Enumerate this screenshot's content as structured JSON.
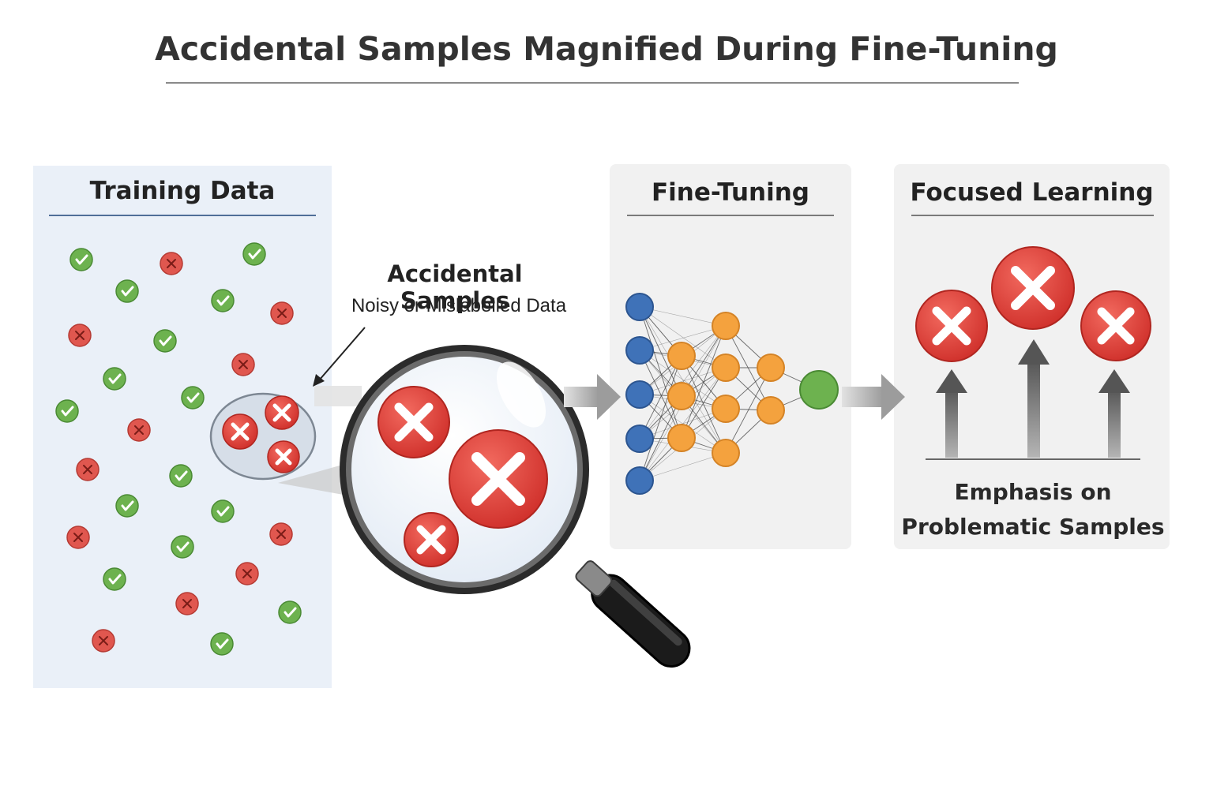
{
  "title": "Accidental Samples Magnified During Fine-Tuning",
  "panels": {
    "training": {
      "title": "Training Data"
    },
    "fine_tuning": {
      "title": "Fine-Tuning"
    },
    "focused": {
      "title": "Focused Learning"
    }
  },
  "callout": {
    "title": "Accidental Samples",
    "subtitle": "Noisy or Mislabelled Data"
  },
  "emphasis": {
    "line1": "Emphasis on",
    "line2": "Problematic Samples"
  },
  "colors": {
    "correct": "#6db24f",
    "incorrect": "#e0574f",
    "input_node": "#3f72b8",
    "hidden_node": "#f4a23e",
    "output_node": "#6db24f",
    "arrow": "#9a9a9a"
  }
}
